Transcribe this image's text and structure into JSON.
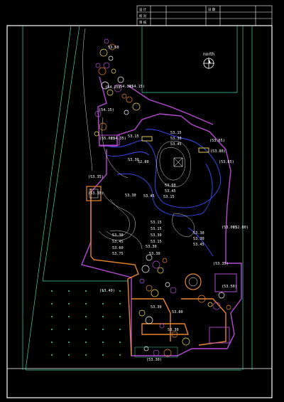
{
  "title_block": {
    "rows": [
      [
        "设 计",
        "",
        "日 期",
        ""
      ],
      [
        "校 对",
        "",
        "",
        ""
      ],
      [
        "审 核",
        "",
        "",
        ""
      ]
    ]
  },
  "north": {
    "label": "north"
  },
  "elevations": [
    {
      "text": "53.60",
      "color": "white"
    },
    {
      "text": "(54.25)",
      "color": "white"
    },
    {
      "text": "(54.30)",
      "color": "white"
    },
    {
      "text": "(54.15)",
      "color": "white"
    },
    {
      "text": "(54.15)",
      "color": "white"
    },
    {
      "text": "(55.00)",
      "color": "white"
    },
    {
      "text": "(54.35)",
      "color": "white"
    },
    {
      "text": "53.15",
      "color": "white"
    },
    {
      "text": "53.15",
      "color": "white"
    },
    {
      "text": "53.30",
      "color": "white"
    },
    {
      "text": "53.45",
      "color": "white"
    },
    {
      "text": "(53.65)",
      "color": "white"
    },
    {
      "text": "(53.80)",
      "color": "white"
    },
    {
      "text": "(53.65)",
      "color": "white"
    },
    {
      "text": "52.80",
      "color": "white"
    },
    {
      "text": "53.30",
      "color": "white"
    },
    {
      "text": "(53.35)",
      "color": "white"
    },
    {
      "text": "(53.30)",
      "color": "white"
    },
    {
      "text": "53.60",
      "color": "white"
    },
    {
      "text": "53.45",
      "color": "white"
    },
    {
      "text": "53.15",
      "color": "white"
    },
    {
      "text": "53.30",
      "color": "white"
    },
    {
      "text": "53.45",
      "color": "white"
    },
    {
      "text": "53.15",
      "color": "white"
    },
    {
      "text": "53.15",
      "color": "white"
    },
    {
      "text": "53.30",
      "color": "white"
    },
    {
      "text": "53.15",
      "color": "white"
    },
    {
      "text": "53.30",
      "color": "white"
    },
    {
      "text": "53.30",
      "color": "white"
    },
    {
      "text": "53.45",
      "color": "white"
    },
    {
      "text": "(53.00)",
      "color": "white"
    },
    {
      "text": "(52.80)",
      "color": "white"
    },
    {
      "text": "53.30",
      "color": "white"
    },
    {
      "text": "53.45",
      "color": "white"
    },
    {
      "text": "53.60",
      "color": "white"
    },
    {
      "text": "53.75",
      "color": "white"
    },
    {
      "text": "(53.35)",
      "color": "white"
    },
    {
      "text": "(53.50)",
      "color": "white"
    },
    {
      "text": "53.30",
      "color": "white"
    },
    {
      "text": "53.30",
      "color": "white"
    },
    {
      "text": "(53.40)",
      "color": "white"
    },
    {
      "text": "53.30",
      "color": "white"
    },
    {
      "text": "53.80",
      "color": "white"
    },
    {
      "text": "53.30",
      "color": "white"
    },
    {
      "text": "(53.30)",
      "color": "white"
    }
  ]
}
